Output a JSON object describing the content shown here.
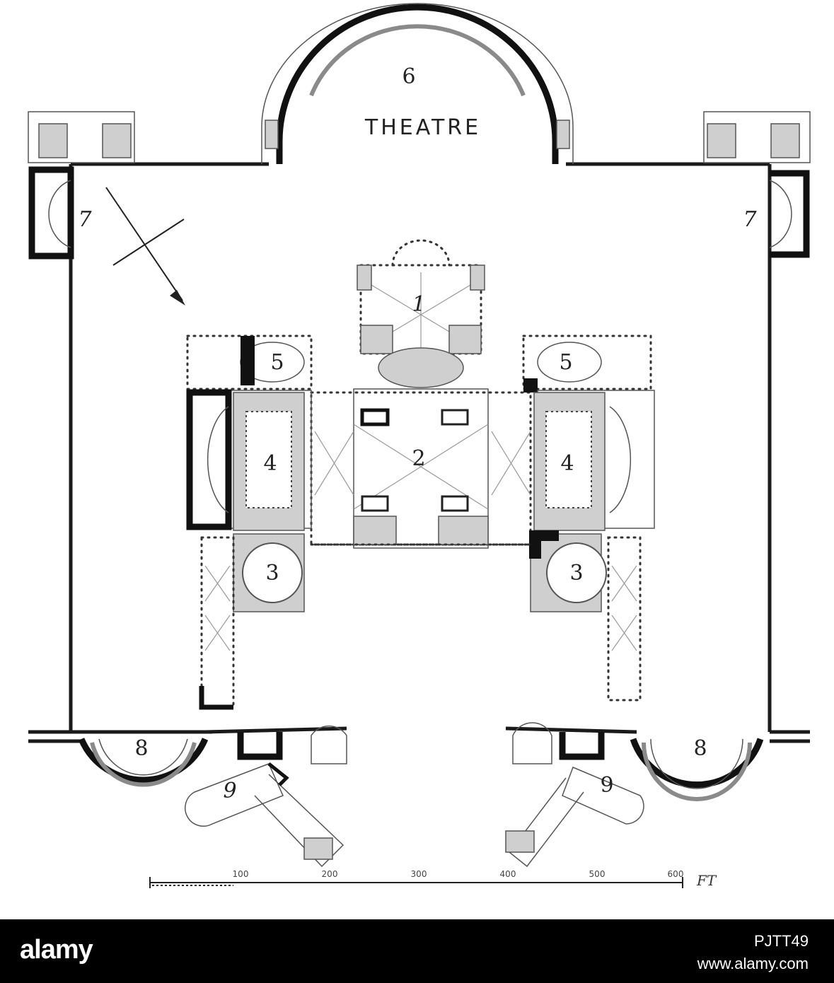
{
  "plan": {
    "theatre_title": "THEATRE",
    "rooms": {
      "r1": "1",
      "r2": "2",
      "r3_left": "3",
      "r3_right": "3",
      "r4_left": "4",
      "r4_right": "4",
      "r5_left": "5",
      "r5_right": "5",
      "r6": "6",
      "r7_left": "7",
      "r7_right": "7",
      "r8_left": "8",
      "r8_right": "8",
      "r9_left": "9",
      "r9_right": "9"
    },
    "scale": {
      "ticks": [
        "100",
        "200",
        "300",
        "400",
        "500",
        "600"
      ],
      "unit": "FT"
    }
  },
  "footer": {
    "brand": "alamy",
    "image_id": "PJTT49",
    "url": "www.alamy.com"
  }
}
